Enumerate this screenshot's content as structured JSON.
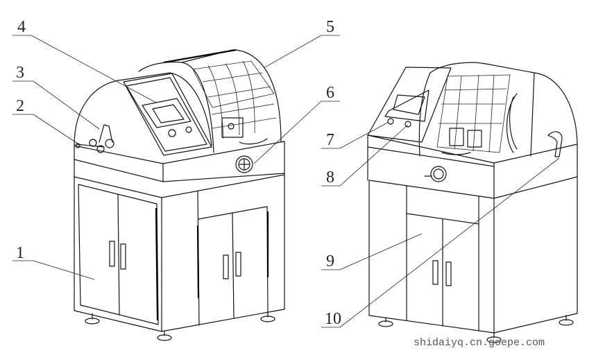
{
  "callouts": [
    {
      "number": "1",
      "target": "left-cabinet-side-door"
    },
    {
      "number": "2",
      "target": "left-handle-pivot"
    },
    {
      "number": "3",
      "target": "cutting-lever-handle"
    },
    {
      "number": "4",
      "target": "control-panel-display"
    },
    {
      "number": "5",
      "target": "protective-cover-grille"
    },
    {
      "number": "6",
      "target": "feed-handwheel"
    },
    {
      "number": "7",
      "target": "power-button"
    },
    {
      "number": "8",
      "target": "emergency-stop-knob"
    },
    {
      "number": "9",
      "target": "front-cabinet-door"
    },
    {
      "number": "10",
      "target": "right-cutting-lever"
    }
  ],
  "watermark": "shidaiyq.cn.goepe.com",
  "colors": {
    "line": "#111111",
    "background": "#ffffff",
    "watermark": "#555555"
  }
}
